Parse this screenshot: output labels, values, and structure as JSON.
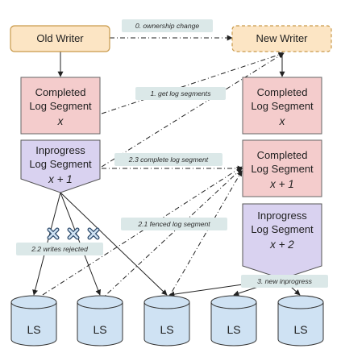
{
  "writers": {
    "old_writer": "Old Writer",
    "new_writer": "New Writer"
  },
  "left_column": {
    "completed_segment": {
      "line1": "Completed",
      "line2": "Log Segment",
      "id": "x"
    },
    "inprogress_segment": {
      "line1": "Inprogress",
      "line2": "Log Segment",
      "id": "x + 1"
    }
  },
  "right_column": {
    "completed_segment_a": {
      "line1": "Completed",
      "line2": "Log Segment",
      "id": "x"
    },
    "completed_segment_b": {
      "line1": "Completed",
      "line2": "Log Segment",
      "id": "x + 1"
    },
    "inprogress_segment": {
      "line1": "Inprogress",
      "line2": "Log Segment",
      "id": "x + 2"
    }
  },
  "step_labels": {
    "ownership_change": "0. ownership change",
    "get_log_segments": "1. get log segments",
    "complete_log_segment": "2.3 complete log segment",
    "fenced_log_segment": "2.1 fenced log segment",
    "writes_rejected": "2.2 writes rejected",
    "new_inprogress": "3. new inprogress"
  },
  "storage_nodes": [
    "LS",
    "LS",
    "LS",
    "LS",
    "LS"
  ],
  "colors": {
    "writer_fill": "#fce5c4",
    "writer_stroke": "#c99a4b",
    "completed_fill": "#f4cccc",
    "completed_stroke": "#666666",
    "inprogress_fill": "#d9d2f0",
    "label_fill": "#dbe8e8",
    "cylinder_fill": "#cfe2f3",
    "line": "#222222"
  },
  "icons": {
    "rejected_marker": "x-cross-icon"
  }
}
